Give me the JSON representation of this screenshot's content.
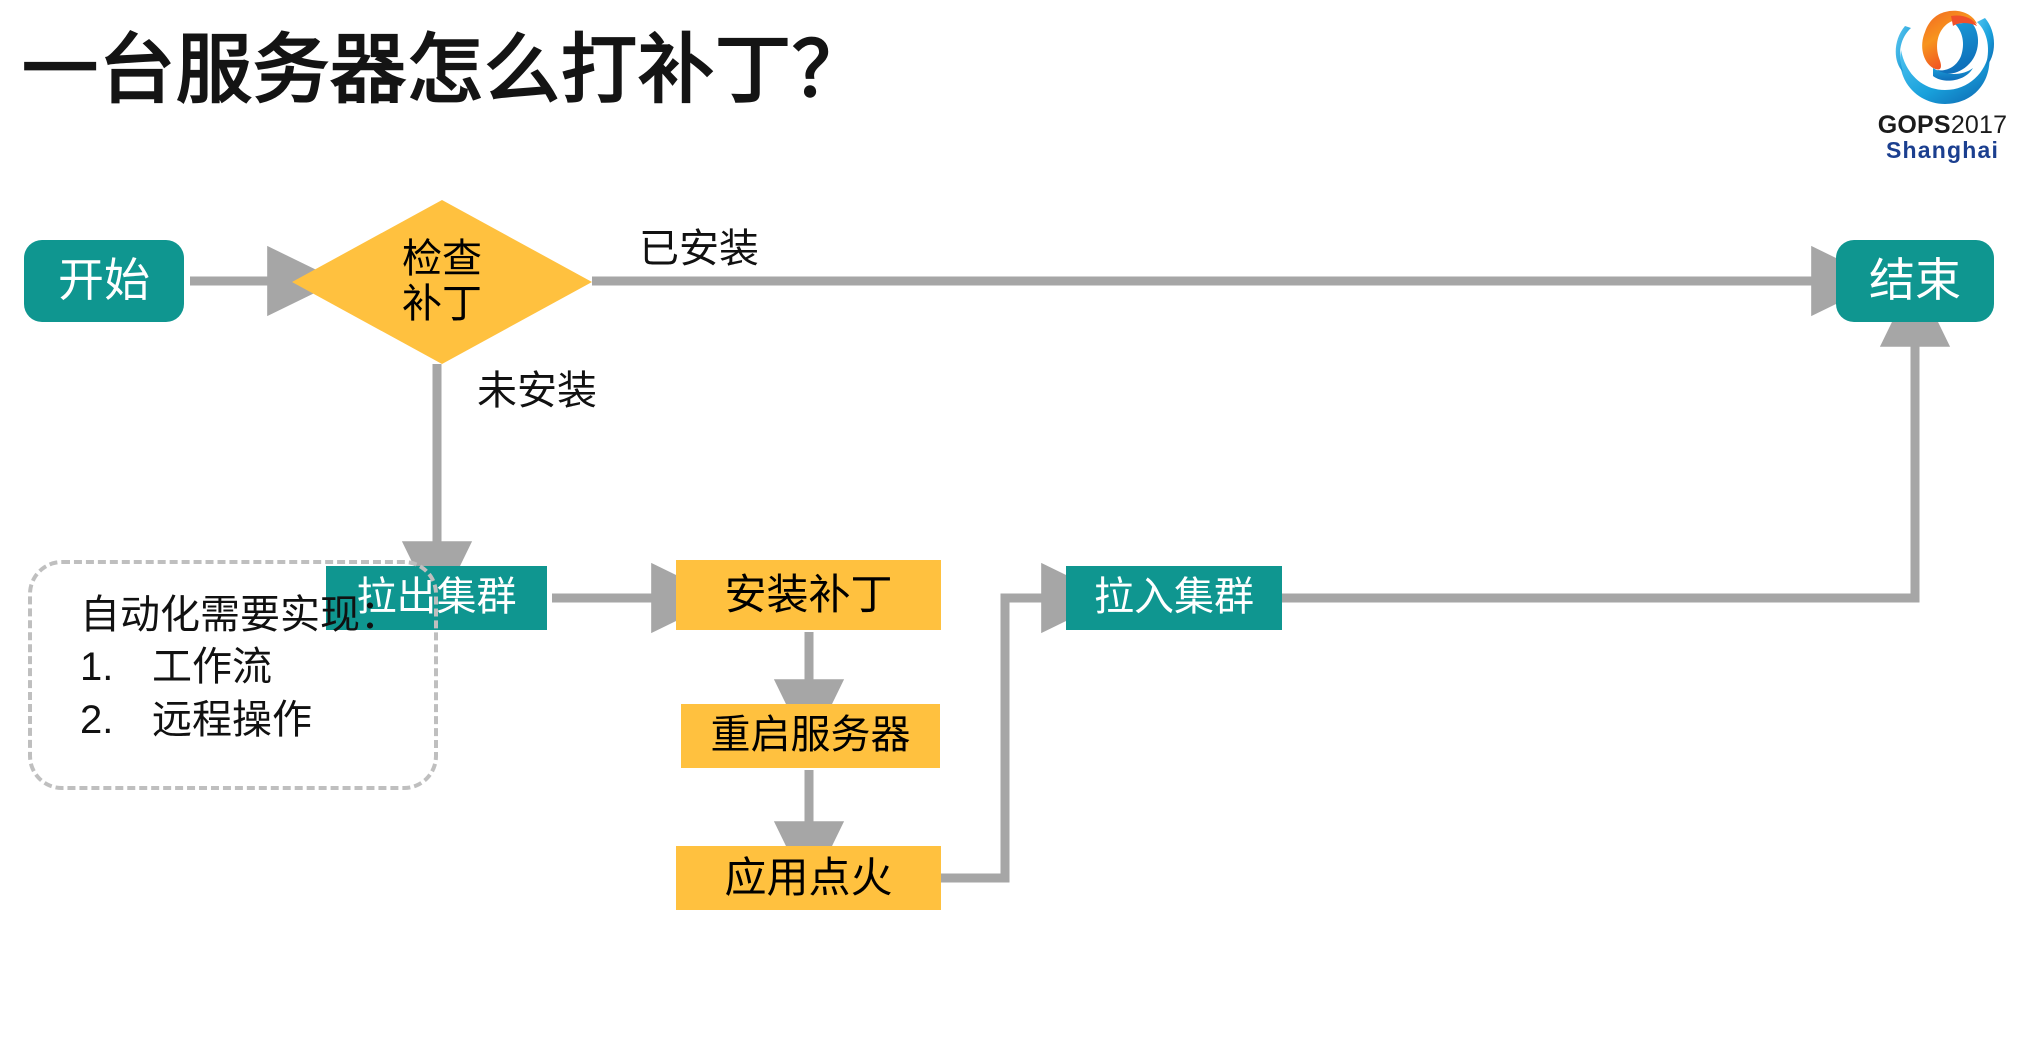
{
  "slide": {
    "title": "一台服务器怎么打补丁？",
    "background_color": "#ffffff"
  },
  "logo": {
    "name": "gops-logo",
    "brand": "GOPS",
    "year": "2017",
    "city": "Shanghai",
    "colors": {
      "blue": "#1ba2dd",
      "deep_blue": "#1366b0",
      "orange": "#f05a28",
      "text_blue": "#1b3f8f"
    }
  },
  "theme": {
    "teal": "#0f9690",
    "orange": "#ffc13f",
    "arrow_gray": "#a6a6a6",
    "dash_gray": "#bfbfbf",
    "text_dark": "#111111",
    "text_light": "#ffffff"
  },
  "flowchart": {
    "nodes": [
      {
        "id": "start",
        "label": "开始",
        "shape": "rounded-rect",
        "color": "teal"
      },
      {
        "id": "decision",
        "label": "检查补丁",
        "line1": "检查",
        "line2": "补丁",
        "shape": "diamond",
        "color": "orange"
      },
      {
        "id": "end",
        "label": "结束",
        "shape": "rounded-rect",
        "color": "teal"
      },
      {
        "id": "pullout",
        "label": "拉出集群",
        "shape": "rect",
        "color": "teal"
      },
      {
        "id": "install",
        "label": "安装补丁",
        "shape": "rect",
        "color": "orange"
      },
      {
        "id": "reboot",
        "label": "重启服务器",
        "shape": "rect",
        "color": "orange"
      },
      {
        "id": "ignite",
        "label": "应用点火",
        "shape": "rect",
        "color": "orange"
      },
      {
        "id": "pullin",
        "label": "拉入集群",
        "shape": "rect",
        "color": "teal"
      }
    ],
    "edges": [
      {
        "from": "start",
        "to": "decision",
        "label": ""
      },
      {
        "from": "decision",
        "to": "end",
        "label": "已安装"
      },
      {
        "from": "decision",
        "to": "pullout",
        "label": "未安装"
      },
      {
        "from": "pullout",
        "to": "install",
        "label": ""
      },
      {
        "from": "install",
        "to": "reboot",
        "label": ""
      },
      {
        "from": "reboot",
        "to": "ignite",
        "label": ""
      },
      {
        "from": "ignite",
        "to": "pullin",
        "label": ""
      },
      {
        "from": "pullin",
        "to": "end",
        "label": ""
      }
    ],
    "edge_labels": {
      "installed": "已安装",
      "not_installed": "未安装"
    }
  },
  "note": {
    "heading": "自动化需要实现：",
    "items": [
      {
        "num": "1.",
        "text": "工作流"
      },
      {
        "num": "2.",
        "text": "远程操作"
      }
    ]
  }
}
